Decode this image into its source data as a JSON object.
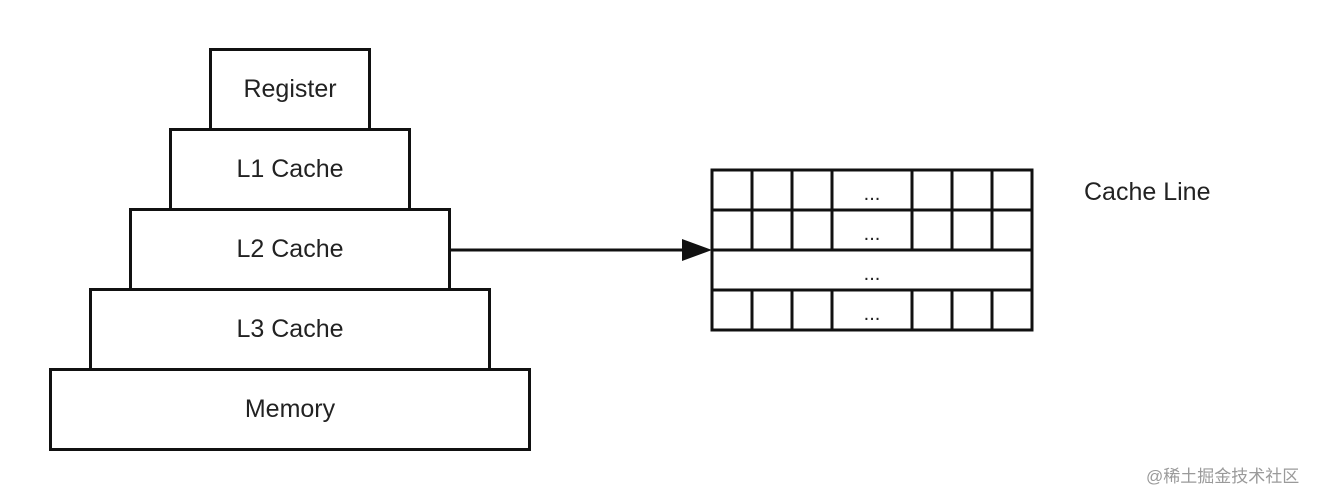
{
  "pyramid": {
    "levels": [
      {
        "label": "Register"
      },
      {
        "label": "L1 Cache"
      },
      {
        "label": "L2 Cache"
      },
      {
        "label": "L3 Cache"
      },
      {
        "label": "Memory"
      }
    ]
  },
  "cache_grid": {
    "ellipsis": "...",
    "caption": "Cache Line"
  },
  "watermark": "@稀土掘金技术社区"
}
